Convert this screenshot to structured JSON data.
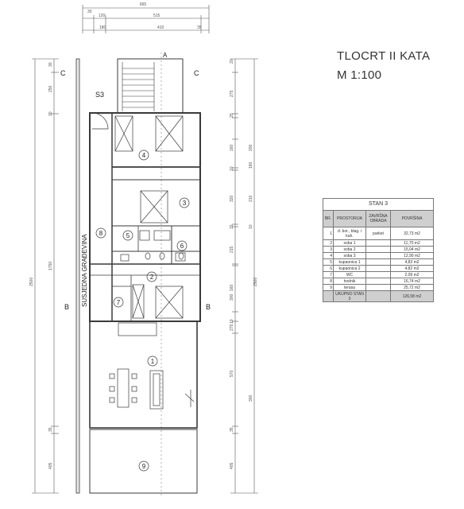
{
  "title": {
    "line1": "TLOCRT II KATA",
    "line2": "M 1:100"
  },
  "legend": {
    "caption": "STAN 3",
    "headers": {
      "num": "BR.",
      "room": "PROSTORIJA",
      "finish": "ZAVRŠNA OBRADA",
      "area": "POVRŠINA"
    },
    "rows": [
      {
        "num": "1",
        "room": "d. bor., blag. i kuh.",
        "finish": "parket",
        "area": "32,73 m2"
      },
      {
        "num": "2",
        "room": "soba 1",
        "finish": "",
        "area": "11,70 m2"
      },
      {
        "num": "3",
        "room": "soba 2",
        "finish": "",
        "area": "15,04 m2"
      },
      {
        "num": "4",
        "room": "soba 3",
        "finish": "",
        "area": "12,90 m2"
      },
      {
        "num": "5",
        "room": "kupaonica 1",
        "finish": "",
        "area": "4,83 m2"
      },
      {
        "num": "6",
        "room": "kupaonica 2",
        "finish": "",
        "area": "4,82 m2"
      },
      {
        "num": "7",
        "room": "WC",
        "finish": "",
        "area": "2,09 m2"
      },
      {
        "num": "8",
        "room": "hodnik",
        "finish": "",
        "area": "16,74 m2"
      },
      {
        "num": "9",
        "room": "terasa",
        "finish": "",
        "area": "25,72 m2"
      }
    ],
    "total_label": "UKUPNO STAN 3",
    "total_area": "126,58 m2"
  },
  "plan": {
    "top_dims": {
      "overall": "665",
      "row2a": "120",
      "row2b": "515",
      "row3a": "180",
      "row3b": "410",
      "row3c": "35",
      "small": "30"
    },
    "left_dims": {
      "overall": "2500",
      "mid": "1750",
      "a": "250",
      "b": "30",
      "c": "30",
      "d": "35",
      "e": "405"
    },
    "right_dims": {
      "overall": "2500",
      "v1": "275",
      "v2": "25",
      "v3": "160",
      "v4": "200",
      "v5": "15",
      "v6": "10",
      "v7": "160",
      "v8": "320",
      "v9": "210",
      "v10": "10",
      "v11": "215",
      "v12": "160",
      "v13": "300",
      "v14": "10",
      "v15": "275",
      "v16": "570",
      "v17": "300",
      "v18": "35",
      "v19": "405",
      "v20": "20"
    },
    "section_a": "A",
    "section_b": "B",
    "section_c": "C",
    "stair_label": "S3",
    "neighbor_label": "SUSJEDNA GRAĐEVINA",
    "room_numbers": [
      "1",
      "2",
      "3",
      "4",
      "5",
      "6",
      "7",
      "8",
      "9"
    ]
  },
  "colors": {
    "line": "#3a3a3a",
    "dim": "#555555",
    "table_header": "#cfcfcf"
  }
}
